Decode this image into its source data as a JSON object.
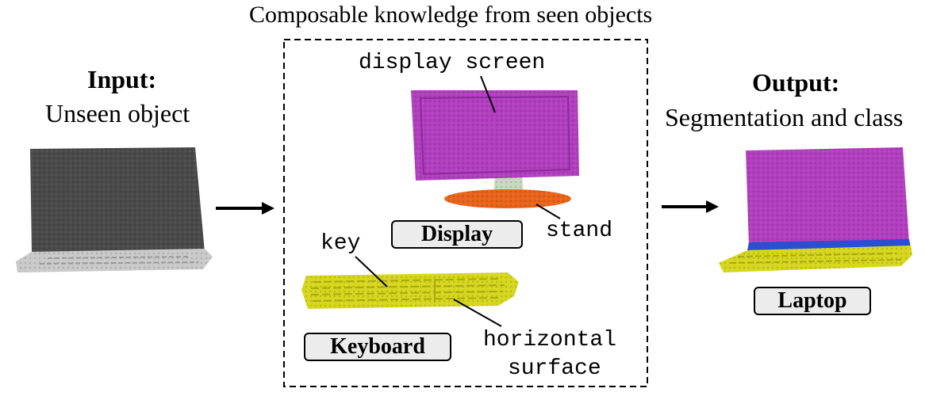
{
  "header": {
    "title": "Composable knowledge from seen objects"
  },
  "input": {
    "heading": "Input:",
    "subheading": "Unseen object"
  },
  "output": {
    "heading": "Output:",
    "subheading": "Segmentation and class"
  },
  "seen_objects": {
    "display": {
      "class_label": "Display",
      "parts": {
        "screen": "display screen",
        "stand": "stand"
      }
    },
    "keyboard": {
      "class_label": "Keyboard",
      "parts": {
        "key": "key",
        "surface_line1": "horizontal",
        "surface_line2": "surface"
      }
    }
  },
  "result": {
    "class_label": "Laptop"
  },
  "colors": {
    "unseen_gray": "#4a4a4a",
    "unseen_base": "#c9c9c9",
    "screen_magenta": "#b23fc0",
    "stand_orange": "#e8641a",
    "neck_green": "#c8d8c0",
    "key_yellow": "#d6d61e",
    "hinge_blue": "#2a4fd0"
  },
  "icons": [
    "arrow-right-icon",
    "arrow-right-icon"
  ]
}
